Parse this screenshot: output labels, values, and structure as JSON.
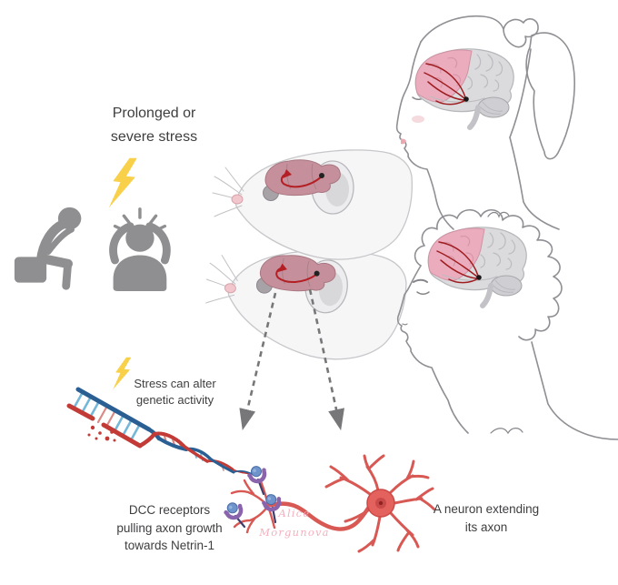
{
  "labels": {
    "stress": "Prolonged or\nsevere stress",
    "genetic": "Stress can alter\ngenetic activity",
    "dcc": "DCC receptors\npulling axon growth\ntowards Netrin-1",
    "neuron": "A neuron extending\nits axon",
    "watermark": "Alice\nMorgunova"
  },
  "icons": {
    "stress_bolt": "lightning-bolt",
    "genetic_bolt": "lightning-bolt",
    "person_left": "despair-person",
    "person_right": "head-clutching-person",
    "arrow_style": "dashed-arrow-down"
  },
  "figures": [
    "despair-person-icon",
    "head-clutching-person-icon",
    "mouse-with-highlighted-brain-top",
    "mouse-with-highlighted-brain-bottom",
    "female-head-profile-with-brain",
    "male-head-profile-with-brain",
    "dna-double-helix-with-epigenetic-marks",
    "dashed-arrow-left",
    "dashed-arrow-right",
    "neuron-with-axon-and-growth-cone",
    "dcc-receptors",
    "netrin-1-molecules"
  ],
  "colors": {
    "text": "#3E3E40",
    "bolt_yellow": "#F8D049",
    "person_gray": "#8F8F91",
    "mouse_body": "#F6F6F7",
    "mouse_outline": "#C7C7CB",
    "mouse_brain_pink": "#C5909B",
    "human_brain_pink": "#EBADBE",
    "human_brain_gray": "#DBDBDD",
    "head_outline": "#8F8F94",
    "dna_blue": "#2A5F93",
    "dna_red": "#C23B36",
    "dna_rung_blue": "#74B7D8",
    "neuron_red": "#E3625E",
    "neuron_stroke": "#CB4A47",
    "receptor_purple": "#8A63AD",
    "netrin_blue": "#6E94CB",
    "tract_red": "#9F1C20",
    "arrow_gray": "#77777A",
    "watermark_pink": "#F4B0BF"
  }
}
